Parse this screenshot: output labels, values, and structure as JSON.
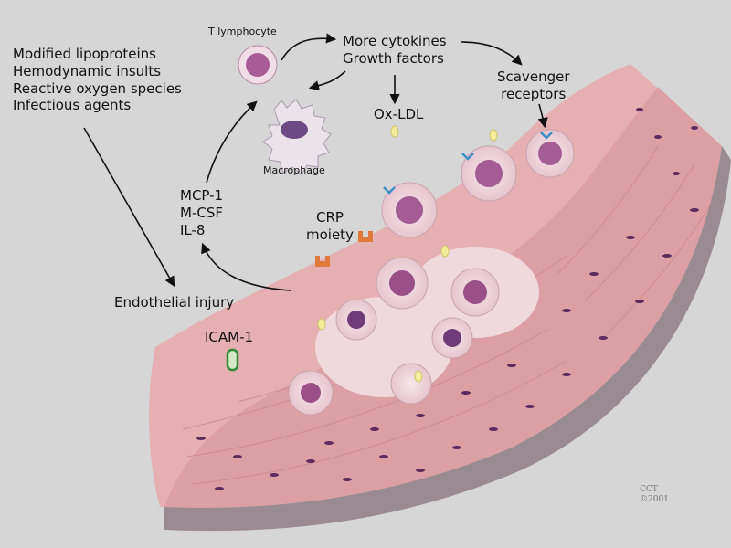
{
  "factors": [
    "Modified lipoproteins",
    "Hemodynamic insults",
    "Reactive oxygen species",
    "Infectious agents"
  ],
  "t_lymphocyte": "T lymphocyte",
  "cytokines": [
    "More cytokines",
    "Growth factors"
  ],
  "scavenger": [
    "Scavenger",
    "receptors"
  ],
  "ox_ldl": "Ox-LDL",
  "macrophage": "Macrophage",
  "chemokines": [
    "MCP-1",
    "M-CSF",
    "IL-8"
  ],
  "crp": [
    "CRP",
    "moiety"
  ],
  "endothelial_injury": "Endothelial injury",
  "icam": "ICAM-1",
  "credit": [
    "CCT",
    "©2001"
  ],
  "colors": {
    "tissue": "#e8b4b4",
    "nucleus": "#6b2a6b",
    "background": "#d6d6d6",
    "icam": "#2e8b3a",
    "crp": "#e07a3a"
  }
}
